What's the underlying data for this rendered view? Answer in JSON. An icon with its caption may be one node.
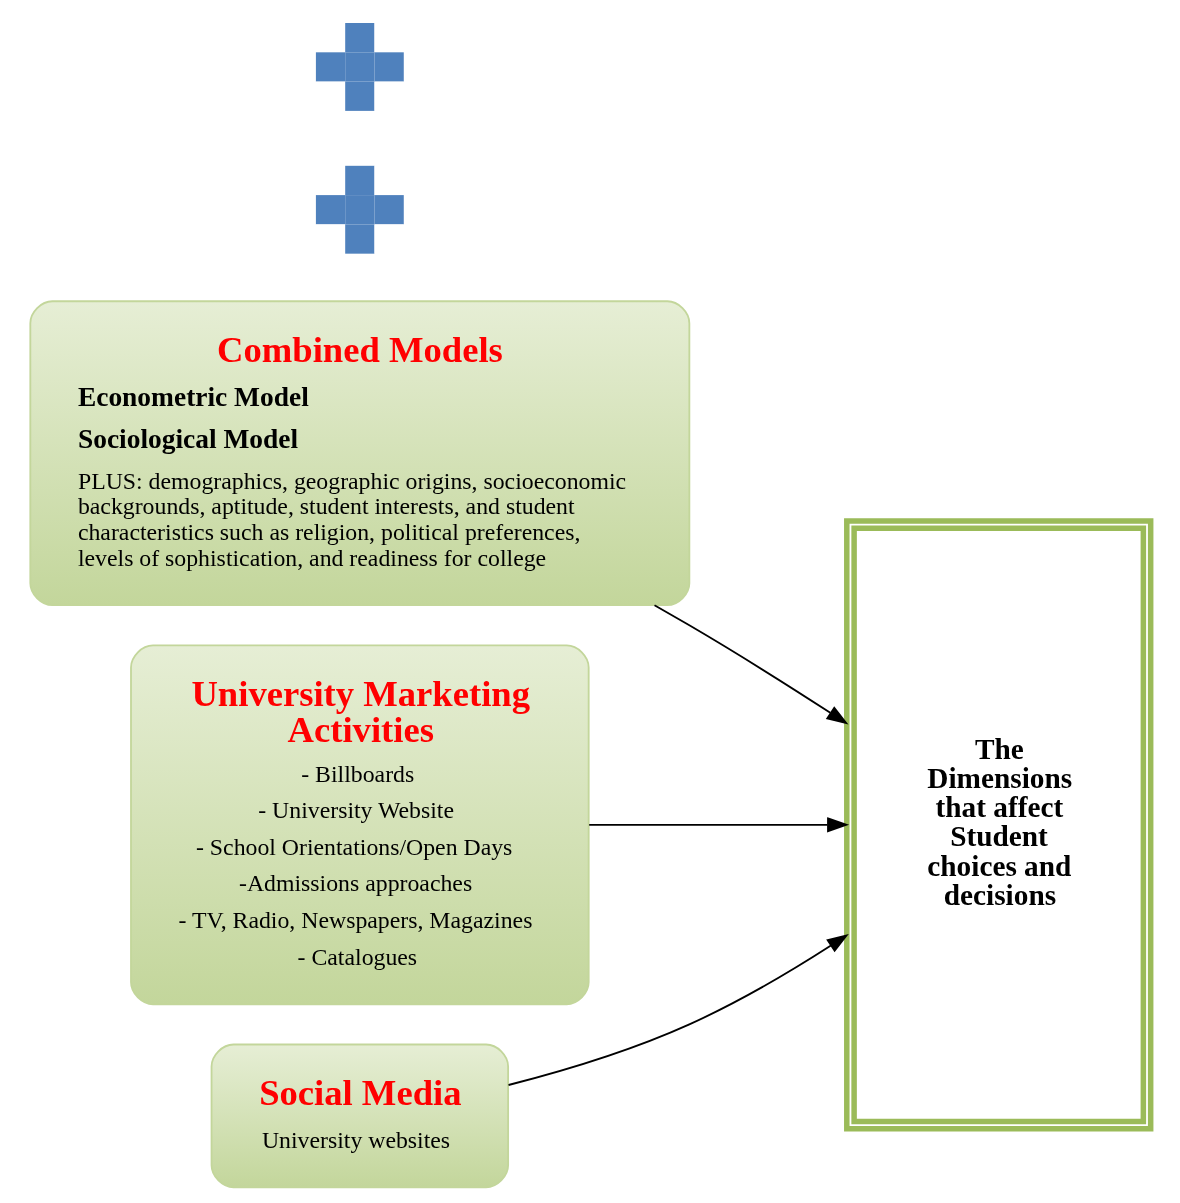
{
  "diagram": {
    "nodes": [
      {
        "text": [
          "Combined Models",
          "Econometric Model",
          "Sociological Model",
          "PLUS: demographics, geographic origins, socioeconomic backgrounds, aptitude, student interests, and student characteristics such as religion, political preferences, levels of sophistication, and readiness for college"
        ]
      },
      {
        "text": [],
        "shape": "plus"
      },
      {
        "text": [
          "University Marketing Activities",
          "- Billboards",
          "- University Website",
          "- School Orientations/Open Days",
          "-Admissions approaches",
          "- TV, Radio, Newspapers, Magazines",
          "- Catalogues"
        ]
      },
      {
        "text": [],
        "shape": "plus"
      },
      {
        "text": [
          "Social Media",
          "University websites"
        ]
      },
      {
        "text": [
          "The Dimensions that affect Student choices and decisions"
        ]
      }
    ],
    "edges": [
      {
        "from": 0,
        "to": 5,
        "arrow": "to"
      },
      {
        "from": 2,
        "to": 5,
        "arrow": "to"
      },
      {
        "from": 4,
        "to": 5,
        "arrow": "to"
      }
    ]
  }
}
